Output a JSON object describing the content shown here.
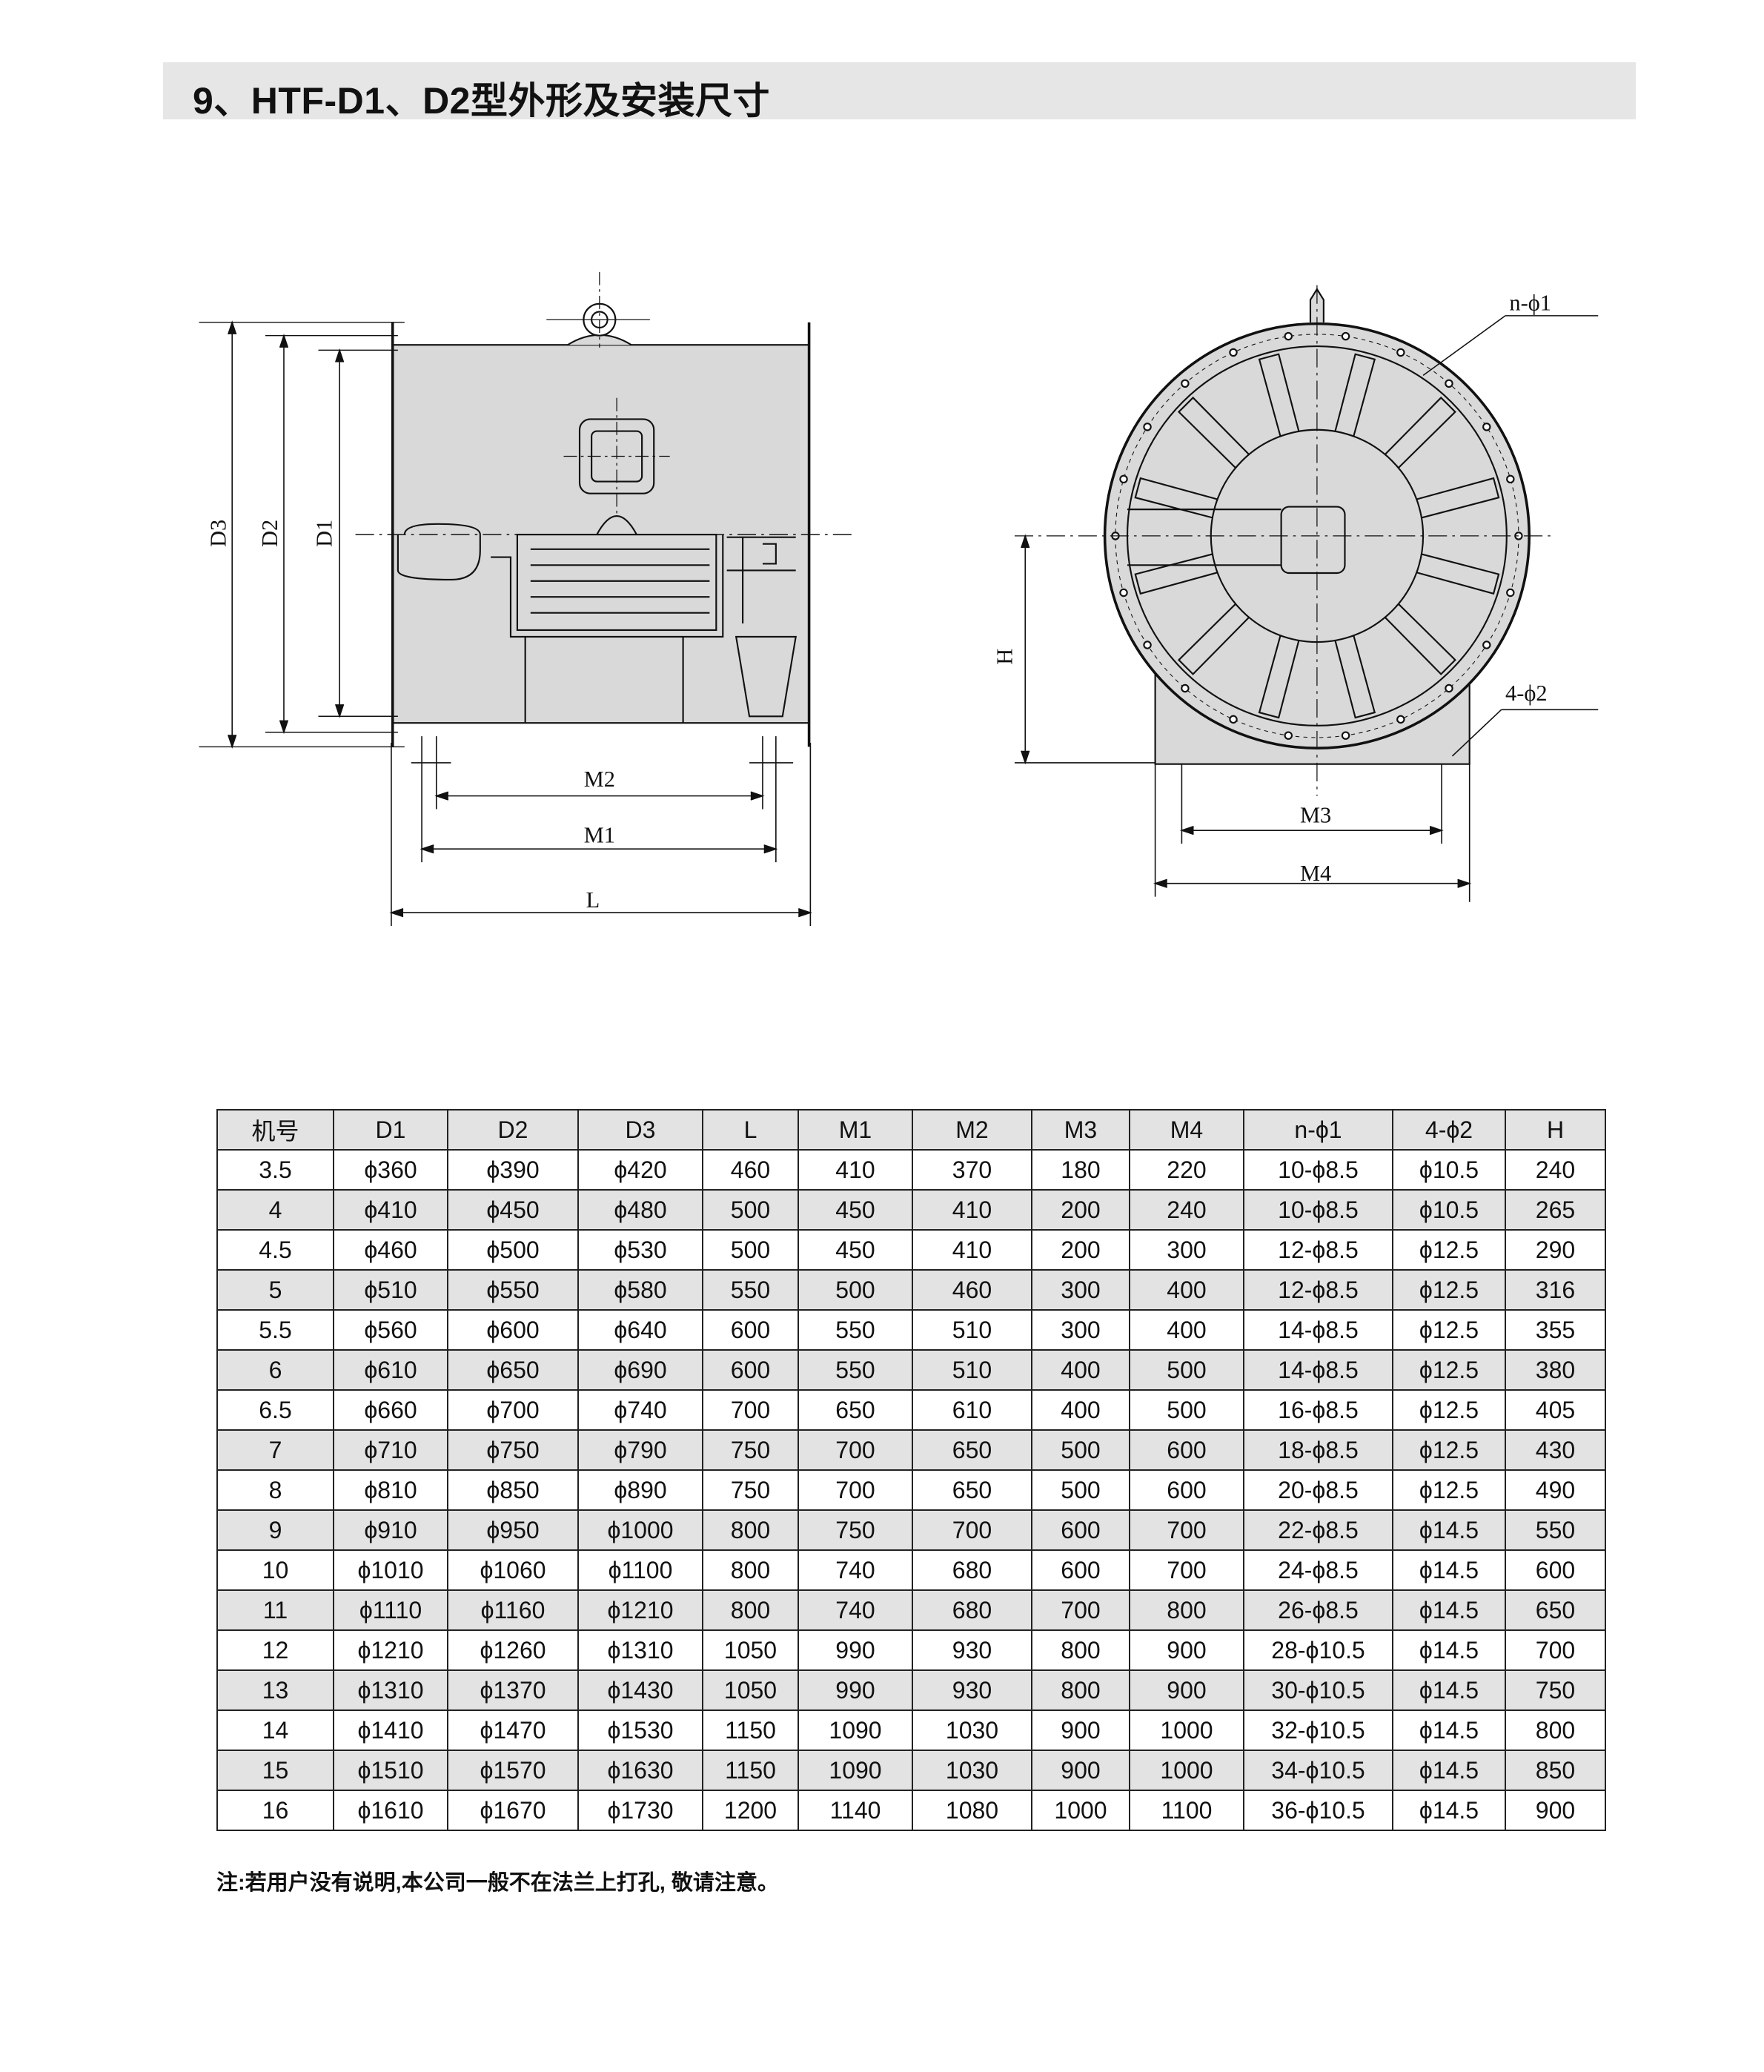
{
  "title": "9、HTF-D1、D2型外形及安装尺寸",
  "drawing": {
    "side_labels": {
      "d3": "D3",
      "d2": "D2",
      "d1": "D1",
      "m2": "M2",
      "m1": "M1",
      "l": "L"
    },
    "front_labels": {
      "n_phi1": "n-ϕ1",
      "four_phi2": "4-ϕ2",
      "h": "H",
      "m3": "M3",
      "m4": "M4"
    }
  },
  "table": {
    "headers": [
      "机号",
      "D1",
      "D2",
      "D3",
      "L",
      "M1",
      "M2",
      "M3",
      "M4",
      "n-ϕ1",
      "4-ϕ2",
      "H"
    ],
    "rows": [
      [
        "3.5",
        "ϕ360",
        "ϕ390",
        "ϕ420",
        "460",
        "410",
        "370",
        "180",
        "220",
        "10-ϕ8.5",
        "ϕ10.5",
        "240"
      ],
      [
        "4",
        "ϕ410",
        "ϕ450",
        "ϕ480",
        "500",
        "450",
        "410",
        "200",
        "240",
        "10-ϕ8.5",
        "ϕ10.5",
        "265"
      ],
      [
        "4.5",
        "ϕ460",
        "ϕ500",
        "ϕ530",
        "500",
        "450",
        "410",
        "200",
        "300",
        "12-ϕ8.5",
        "ϕ12.5",
        "290"
      ],
      [
        "5",
        "ϕ510",
        "ϕ550",
        "ϕ580",
        "550",
        "500",
        "460",
        "300",
        "400",
        "12-ϕ8.5",
        "ϕ12.5",
        "316"
      ],
      [
        "5.5",
        "ϕ560",
        "ϕ600",
        "ϕ640",
        "600",
        "550",
        "510",
        "300",
        "400",
        "14-ϕ8.5",
        "ϕ12.5",
        "355"
      ],
      [
        "6",
        "ϕ610",
        "ϕ650",
        "ϕ690",
        "600",
        "550",
        "510",
        "400",
        "500",
        "14-ϕ8.5",
        "ϕ12.5",
        "380"
      ],
      [
        "6.5",
        "ϕ660",
        "ϕ700",
        "ϕ740",
        "700",
        "650",
        "610",
        "400",
        "500",
        "16-ϕ8.5",
        "ϕ12.5",
        "405"
      ],
      [
        "7",
        "ϕ710",
        "ϕ750",
        "ϕ790",
        "750",
        "700",
        "650",
        "500",
        "600",
        "18-ϕ8.5",
        "ϕ12.5",
        "430"
      ],
      [
        "8",
        "ϕ810",
        "ϕ850",
        "ϕ890",
        "750",
        "700",
        "650",
        "500",
        "600",
        "20-ϕ8.5",
        "ϕ12.5",
        "490"
      ],
      [
        "9",
        "ϕ910",
        "ϕ950",
        "ϕ1000",
        "800",
        "750",
        "700",
        "600",
        "700",
        "22-ϕ8.5",
        "ϕ14.5",
        "550"
      ],
      [
        "10",
        "ϕ1010",
        "ϕ1060",
        "ϕ1100",
        "800",
        "740",
        "680",
        "600",
        "700",
        "24-ϕ8.5",
        "ϕ14.5",
        "600"
      ],
      [
        "11",
        "ϕ1110",
        "ϕ1160",
        "ϕ1210",
        "800",
        "740",
        "680",
        "700",
        "800",
        "26-ϕ8.5",
        "ϕ14.5",
        "650"
      ],
      [
        "12",
        "ϕ1210",
        "ϕ1260",
        "ϕ1310",
        "1050",
        "990",
        "930",
        "800",
        "900",
        "28-ϕ10.5",
        "ϕ14.5",
        "700"
      ],
      [
        "13",
        "ϕ1310",
        "ϕ1370",
        "ϕ1430",
        "1050",
        "990",
        "930",
        "800",
        "900",
        "30-ϕ10.5",
        "ϕ14.5",
        "750"
      ],
      [
        "14",
        "ϕ1410",
        "ϕ1470",
        "ϕ1530",
        "1150",
        "1090",
        "1030",
        "900",
        "1000",
        "32-ϕ10.5",
        "ϕ14.5",
        "800"
      ],
      [
        "15",
        "ϕ1510",
        "ϕ1570",
        "ϕ1630",
        "1150",
        "1090",
        "1030",
        "900",
        "1000",
        "34-ϕ10.5",
        "ϕ14.5",
        "850"
      ],
      [
        "16",
        "ϕ1610",
        "ϕ1670",
        "ϕ1730",
        "1200",
        "1140",
        "1080",
        "1000",
        "1100",
        "36-ϕ10.5",
        "ϕ14.5",
        "900"
      ]
    ]
  },
  "note": "注:若用户没有说明,本公司一般不在法兰上打孔, 敬请注意。"
}
